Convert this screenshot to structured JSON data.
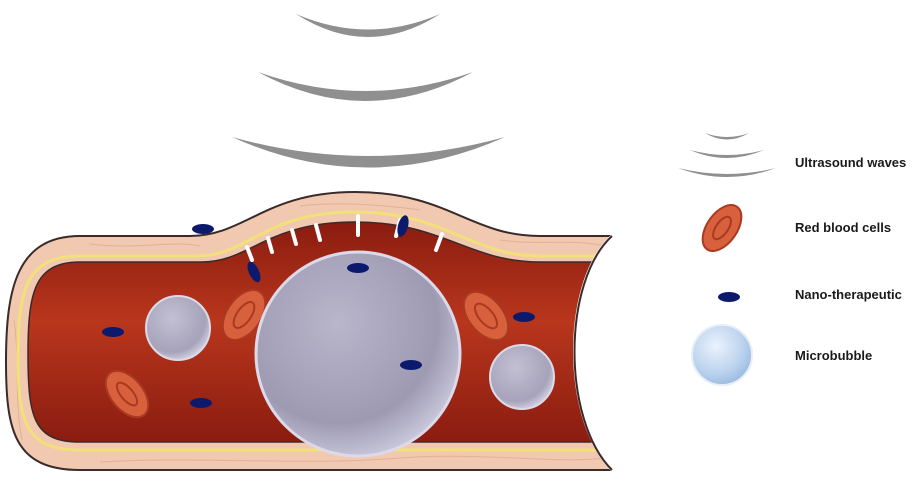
{
  "legend": {
    "items": [
      {
        "id": "ultrasound",
        "label": "Ultrasound waves",
        "icon": "ultrasound-waves-icon"
      },
      {
        "id": "rbc",
        "label": "Red blood cells",
        "icon": "red-blood-cell-icon"
      },
      {
        "id": "nano",
        "label": "Nano-therapeutic",
        "icon": "nano-therapeutic-icon"
      },
      {
        "id": "bubble",
        "label": "Microbubble",
        "icon": "microbubble-icon"
      }
    ]
  },
  "colors": {
    "wave": "#8f8f8f",
    "vessel_wall": "#f0c9b0",
    "vessel_outline": "#3a2a2a",
    "blood": "#b0301a",
    "blood_dark": "#7a1a10",
    "endothelium_line": "#f4e07a",
    "rbc_fill": "#d9603c",
    "rbc_edge": "#a83a22",
    "nano": "#0c1a6e",
    "bubble_fill": "#a3a0b8",
    "bubble_edge": "#d8d6e6",
    "legend_bubble": "#b8d0ec"
  }
}
